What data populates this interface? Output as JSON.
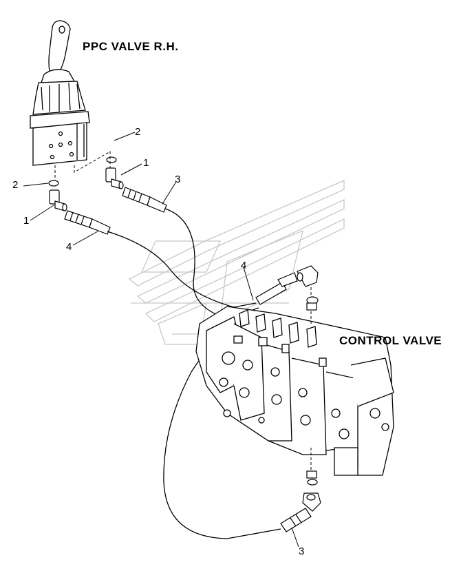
{
  "labels": {
    "ppc_valve": "PPC VALVE R.H.",
    "control_valve": "CONTROL VALVE"
  },
  "callouts": [
    {
      "id": "c-2a",
      "text": "2"
    },
    {
      "id": "c-1a",
      "text": "1"
    },
    {
      "id": "c-3a",
      "text": "3"
    },
    {
      "id": "c-2b",
      "text": "2"
    },
    {
      "id": "c-1b",
      "text": "1"
    },
    {
      "id": "c-4a",
      "text": "4"
    },
    {
      "id": "c-4b",
      "text": "4"
    },
    {
      "id": "c-3b",
      "text": "3"
    }
  ]
}
